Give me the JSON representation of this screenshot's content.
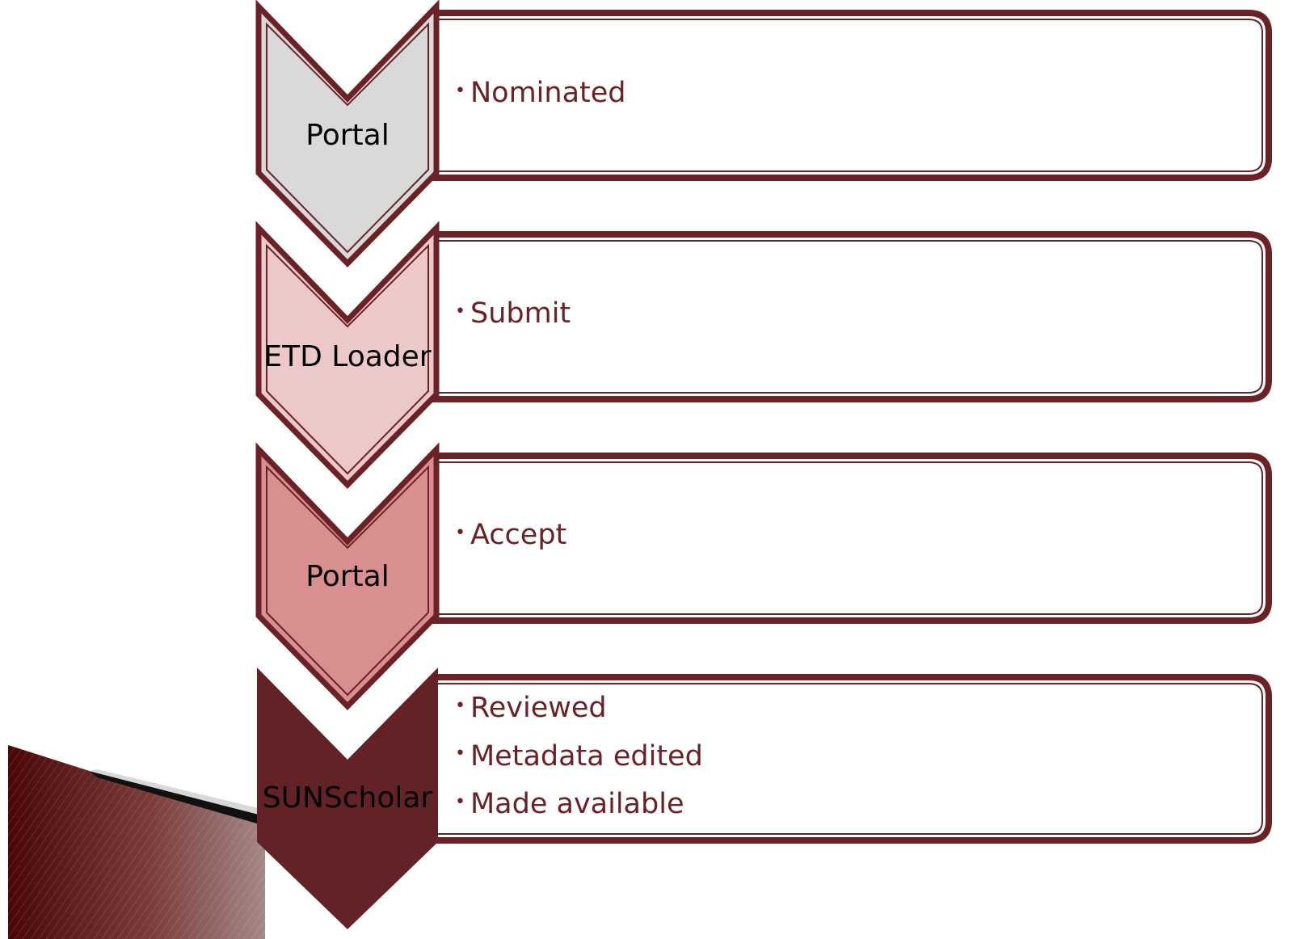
{
  "colors": {
    "outline": "#6b2226",
    "text_bullets": "#6b2226",
    "chevron_fills": [
      "#d9d9d9",
      "#ecc8c9",
      "#d98e90",
      "#632225"
    ],
    "box_fill": "#ffffff",
    "deco_dark": "#5a0a0a",
    "deco_light": "#a88a88"
  },
  "steps": [
    {
      "label": "Portal",
      "bullets": [
        "Nominated"
      ]
    },
    {
      "label": "ETD Loader",
      "bullets": [
        "Submit"
      ]
    },
    {
      "label": "Portal",
      "bullets": [
        "Accept"
      ]
    },
    {
      "label": "SUNScholar",
      "bullets": [
        "Reviewed",
        "Metadata edited",
        "Made available"
      ]
    }
  ]
}
